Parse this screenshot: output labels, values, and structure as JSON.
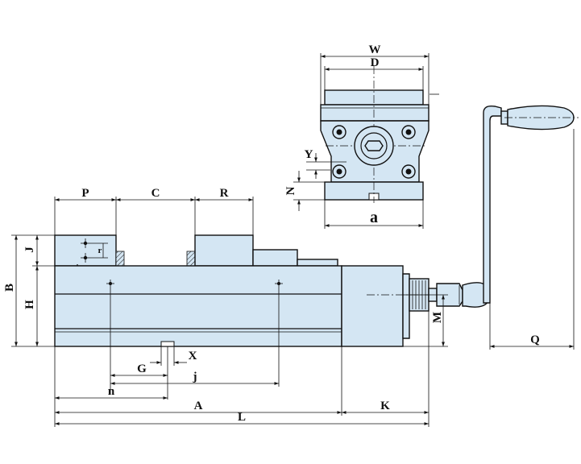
{
  "labels": {
    "W": "W",
    "D": "D",
    "Y": "Y",
    "N": "N",
    "a": "a",
    "P": "P",
    "C": "C",
    "R": "R",
    "J": "J",
    "B": "B",
    "H": "H",
    "r": "r",
    "M": "M",
    "Q": "Q",
    "X": "X",
    "G": "G",
    "j": "j",
    "n": "n",
    "A": "A",
    "K": "K",
    "L": "L"
  }
}
